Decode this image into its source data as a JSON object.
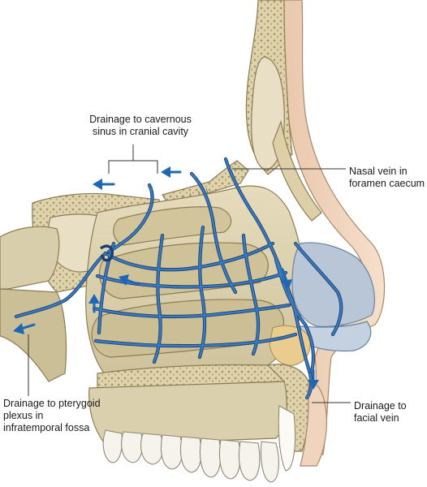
{
  "labels": {
    "cavernous": [
      "Drainage to cavernous",
      "sinus in cranial cavity"
    ],
    "nasal_vein": [
      "Nasal vein in",
      "foramen caecum"
    ],
    "pterygoid": [
      "Drainage to pterygoid",
      "plexus in",
      "infratemporal fossa"
    ],
    "facial": [
      "Drainage to",
      "facial vein"
    ]
  },
  "colors": {
    "bone": "#ddd3b2",
    "bone_dark": "#b9ab83",
    "cancellous": "#c6b784",
    "skin": "#f2d8c2",
    "cartilage": "#b7c7da",
    "fat": "#e9c98f",
    "vein": "#2f6fb3",
    "vein_outline": "#1c3f6e",
    "teeth": "#f4f2ea",
    "arrow": "#1f66b5",
    "leader": "#333333"
  }
}
